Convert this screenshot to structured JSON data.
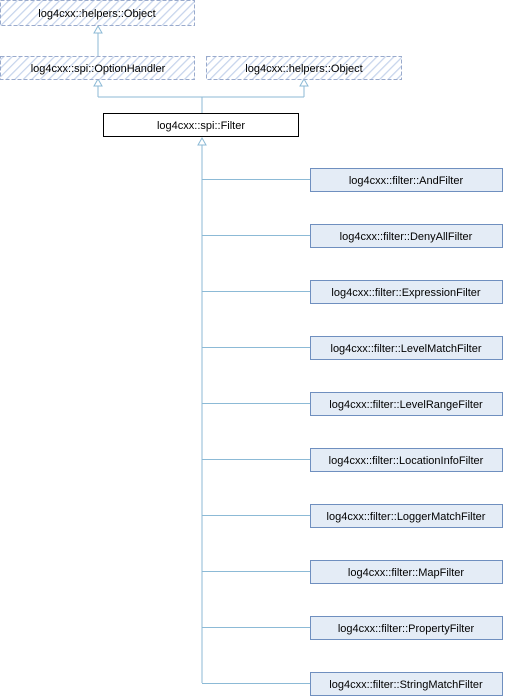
{
  "diagram": {
    "root_object": "log4cxx::helpers::Object",
    "option_handler": "log4cxx::spi::OptionHandler",
    "second_object": "log4cxx::helpers::Object",
    "filter": "log4cxx::spi::Filter",
    "subclasses": [
      "log4cxx::filter::AndFilter",
      "log4cxx::filter::DenyAllFilter",
      "log4cxx::filter::ExpressionFilter",
      "log4cxx::filter::LevelMatchFilter",
      "log4cxx::filter::LevelRangeFilter",
      "log4cxx::filter::LocationInfoFilter",
      "log4cxx::filter::LoggerMatchFilter",
      "log4cxx::filter::MapFilter",
      "log4cxx::filter::PropertyFilter",
      "log4cxx::filter::StringMatchFilter"
    ]
  },
  "colors": {
    "edge": "#8cbad6",
    "external_border": "#99aacc",
    "hatch": "#c6d4ec",
    "subclass_fill": "#e4ecf6",
    "subclass_border": "#6f8fbf",
    "filter_border": "#000000"
  }
}
